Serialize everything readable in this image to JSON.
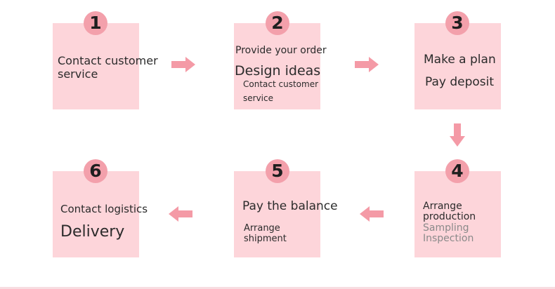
{
  "steps": [
    {
      "number": "1",
      "lines": [
        "Contact customer",
        "service"
      ]
    },
    {
      "number": "2",
      "lines": [
        "Provide your order",
        "Design ideas",
        "Contact customer",
        "service"
      ]
    },
    {
      "number": "3",
      "lines": [
        "Make a plan",
        "Pay deposit"
      ]
    },
    {
      "number": "4",
      "lines": [
        "Arrange",
        "production",
        "Sampling",
        "Inspection"
      ]
    },
    {
      "number": "5",
      "lines": [
        "Pay the balance",
        "Arrange",
        "shipment"
      ]
    },
    {
      "number": "6",
      "lines": [
        "Contact logistics",
        "Delivery"
      ]
    }
  ],
  "colors": {
    "box": "#fdd5da",
    "badge": "#f3a0ab",
    "arrow": "#f49aa6",
    "text": "#2b2b2b",
    "muted_text": "#8a8a8a"
  }
}
